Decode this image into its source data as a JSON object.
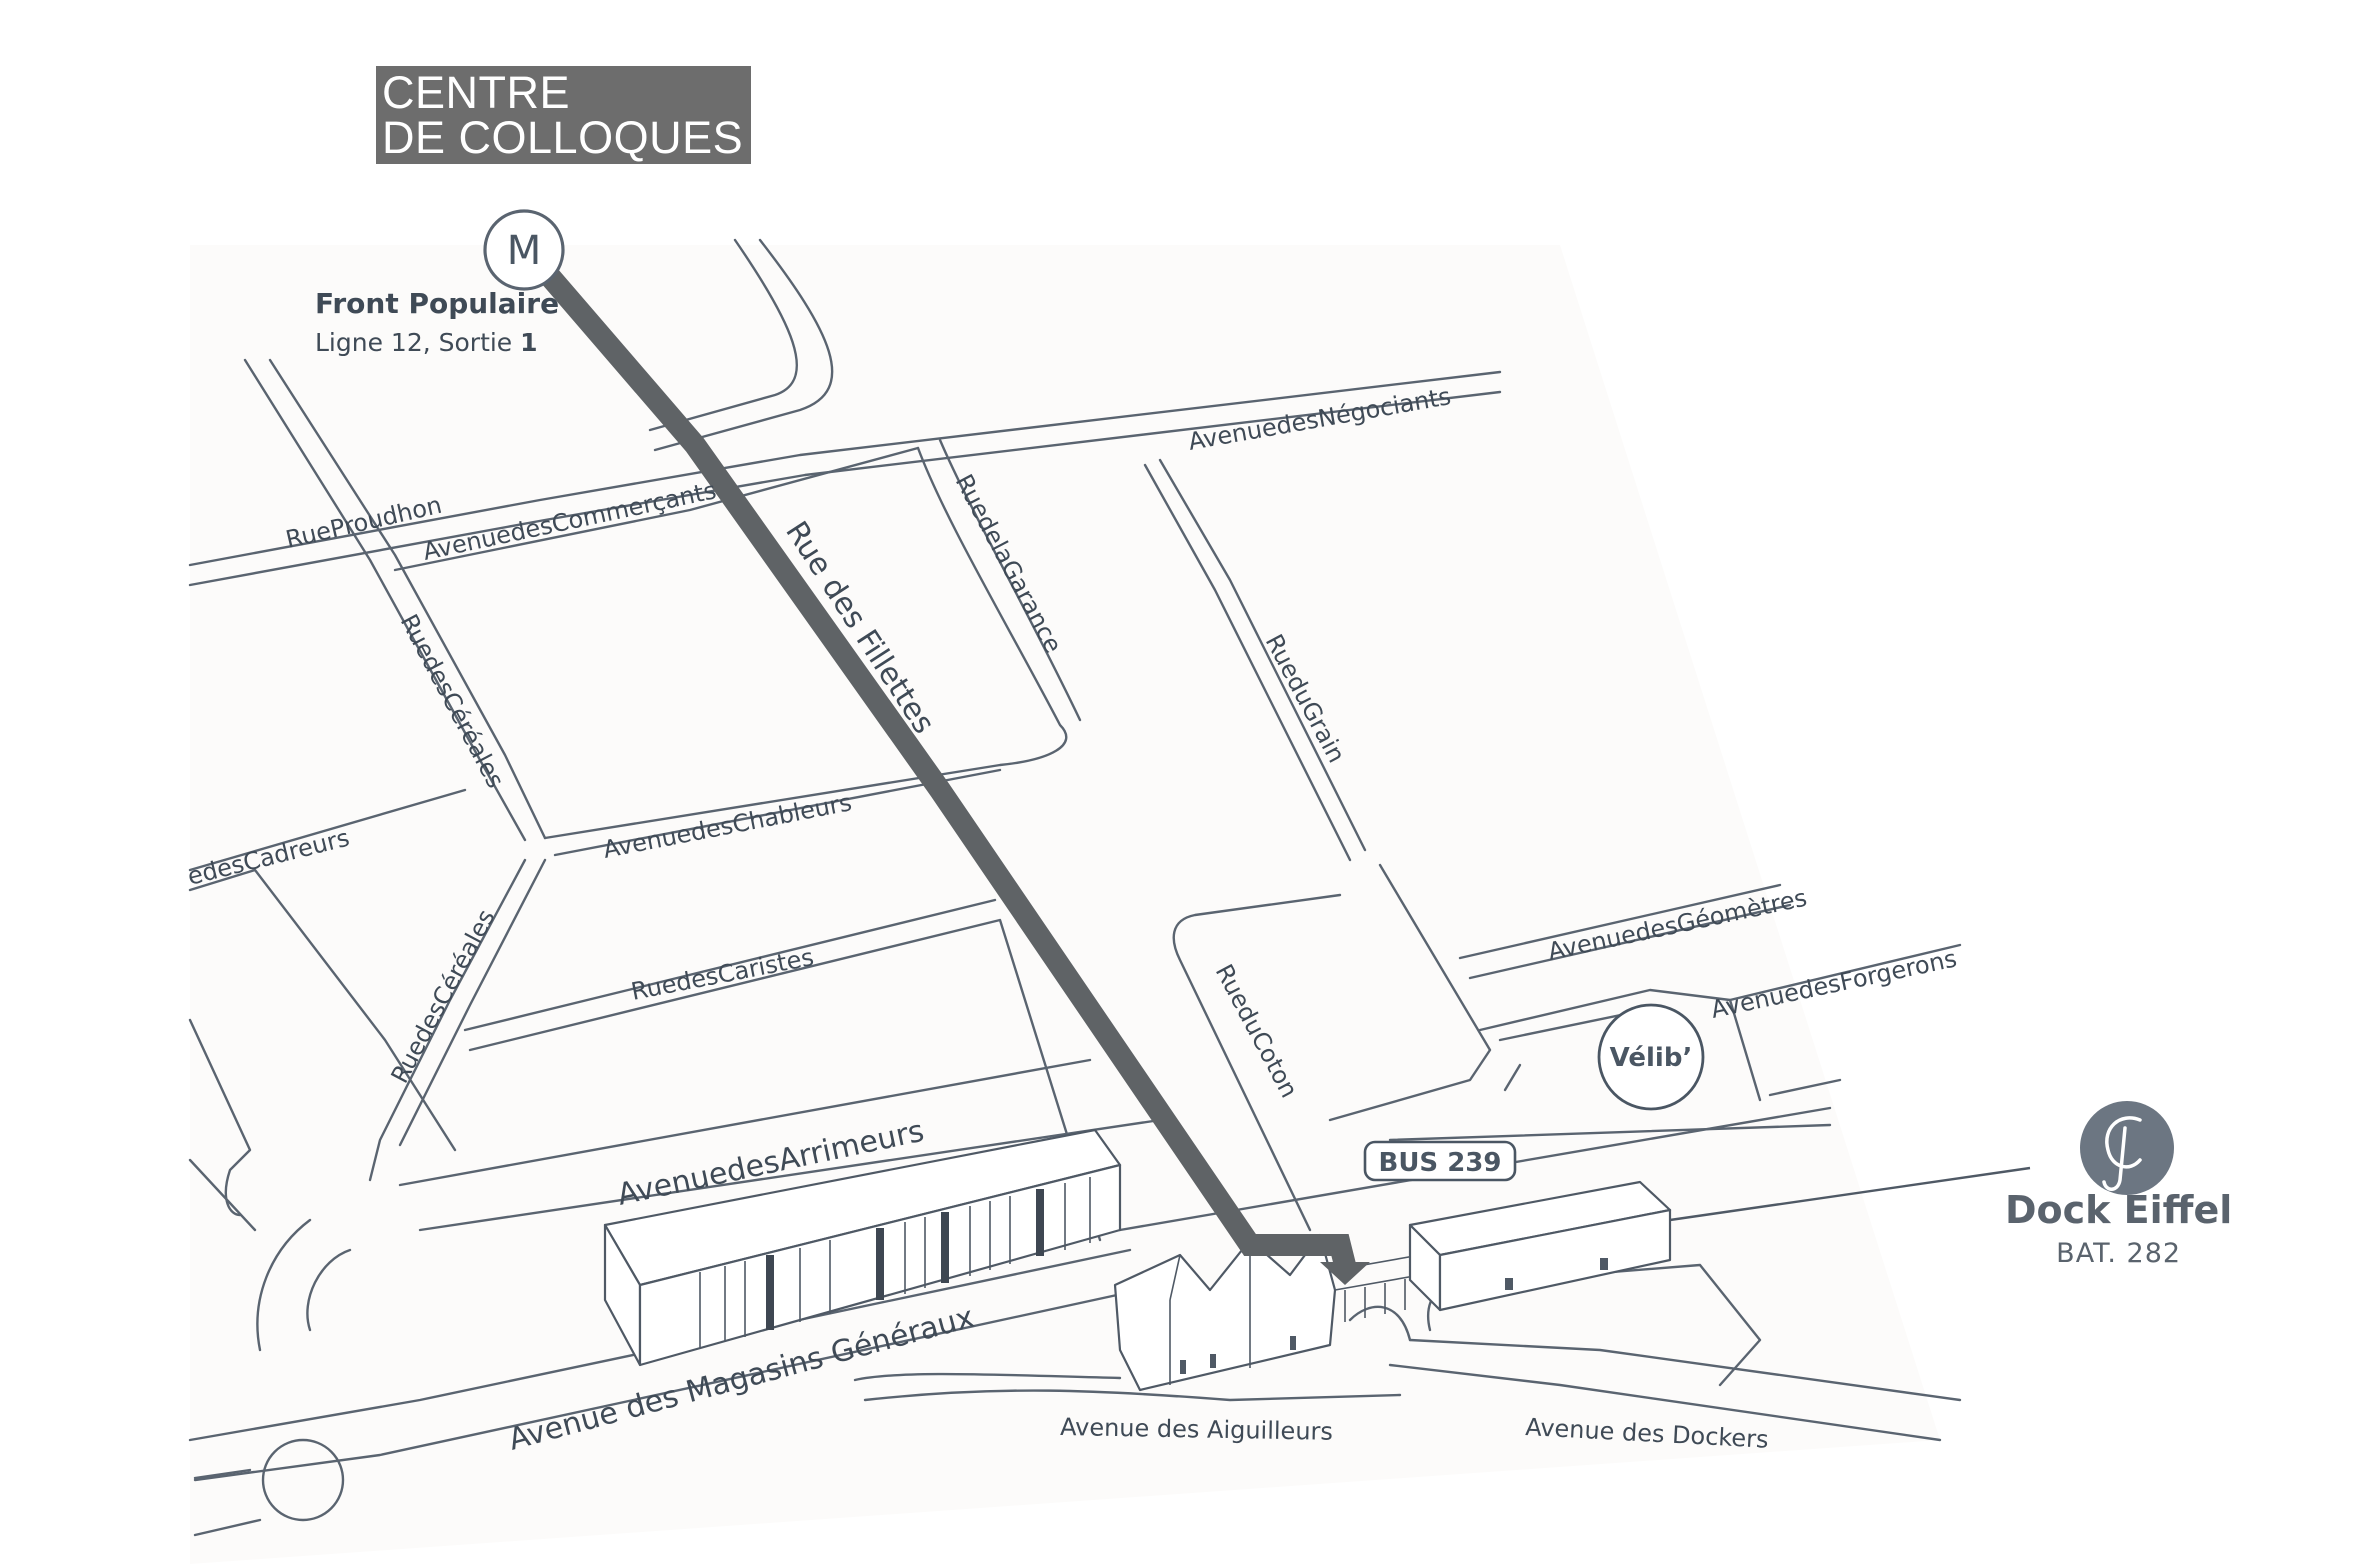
{
  "title": {
    "line1": "CENTRE",
    "line2": "DE COLLOQUES"
  },
  "metro": {
    "symbol": "M",
    "station": "Front Populaire",
    "line_prefix": "Ligne 12, Sortie ",
    "exit": "1",
    "icon": "metro-icon"
  },
  "velib": {
    "label": "Vélib’"
  },
  "bus": {
    "label": "BUS 239"
  },
  "destination": {
    "name": "Dock Eiffel",
    "building": "BAT. 282",
    "icon": "dock-eiffel-logo"
  },
  "streets": {
    "rue_proudhon": "RueProudhon",
    "av_commercants": "AvenuedesCommerçants",
    "av_negociants": "AvenuedesNégociants",
    "rue_fillettes": "Rue des Fillettes",
    "rue_garance": "RuedelaGarance",
    "rue_grain": "RueduGrain",
    "rue_cereales_1": "RuedesCéréales",
    "rue_cereales_2": "RuedesCéréales",
    "av_cadreurs": "edesCadreurs",
    "av_chableurs": "AvenuedesChableurs",
    "rue_caristes": "RuedesCaristes",
    "av_geometres": "AvenuedesGéomètres",
    "av_forgerons": "AvenuedesForgerons",
    "rue_coton": "RueduCoton",
    "av_arrimeurs": "AvenuedesArrimeurs",
    "av_magasins": "Avenue des Magasins Généraux",
    "av_aiguilleurs": "Avenue des Aiguilleurs",
    "av_dockers": "Avenue des Dockers"
  },
  "colors": {
    "route": "#5f6366",
    "roads": "#5a6470",
    "title_bg": "#6d6d6d",
    "logo": "#6c7682",
    "text": "#3f4a56"
  }
}
